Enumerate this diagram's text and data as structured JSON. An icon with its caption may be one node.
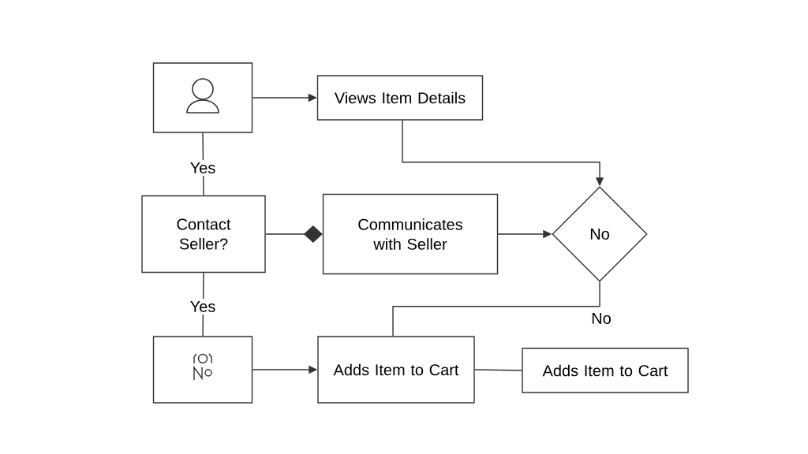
{
  "diagram": {
    "nodes": [
      {
        "text": [],
        "shape": "box"
      },
      {
        "text": [
          "Views Item Details"
        ]
      },
      {
        "text": [
          "Contact Seller?"
        ]
      },
      {
        "text": [
          "Communicates with Seller"
        ]
      },
      {
        "text": [
          "No"
        ]
      },
      {
        "text": [],
        "shape": "box"
      },
      {
        "text": [
          "Adds Item to Cart"
        ]
      },
      {
        "text": [
          "Adds Item to Cart"
        ]
      }
    ],
    "edges": [
      {
        "from": 0,
        "to": 1,
        "arrow": "to"
      },
      {
        "from": 1,
        "to": 4,
        "arrow": "to"
      },
      {
        "from": 0,
        "to": 2,
        "arrow": "none",
        "label": "Yes"
      },
      {
        "from": 2,
        "to": 3,
        "arrow": "other"
      },
      {
        "from": 3,
        "to": 4,
        "arrow": "to"
      },
      {
        "from": 4,
        "to": 6,
        "arrow": "none",
        "label": "No"
      },
      {
        "from": 2,
        "to": 5,
        "arrow": "none",
        "label": "Yes"
      },
      {
        "from": 5,
        "to": 6,
        "arrow": "to"
      },
      {
        "from": 6,
        "to": 7,
        "arrow": "none"
      }
    ]
  }
}
